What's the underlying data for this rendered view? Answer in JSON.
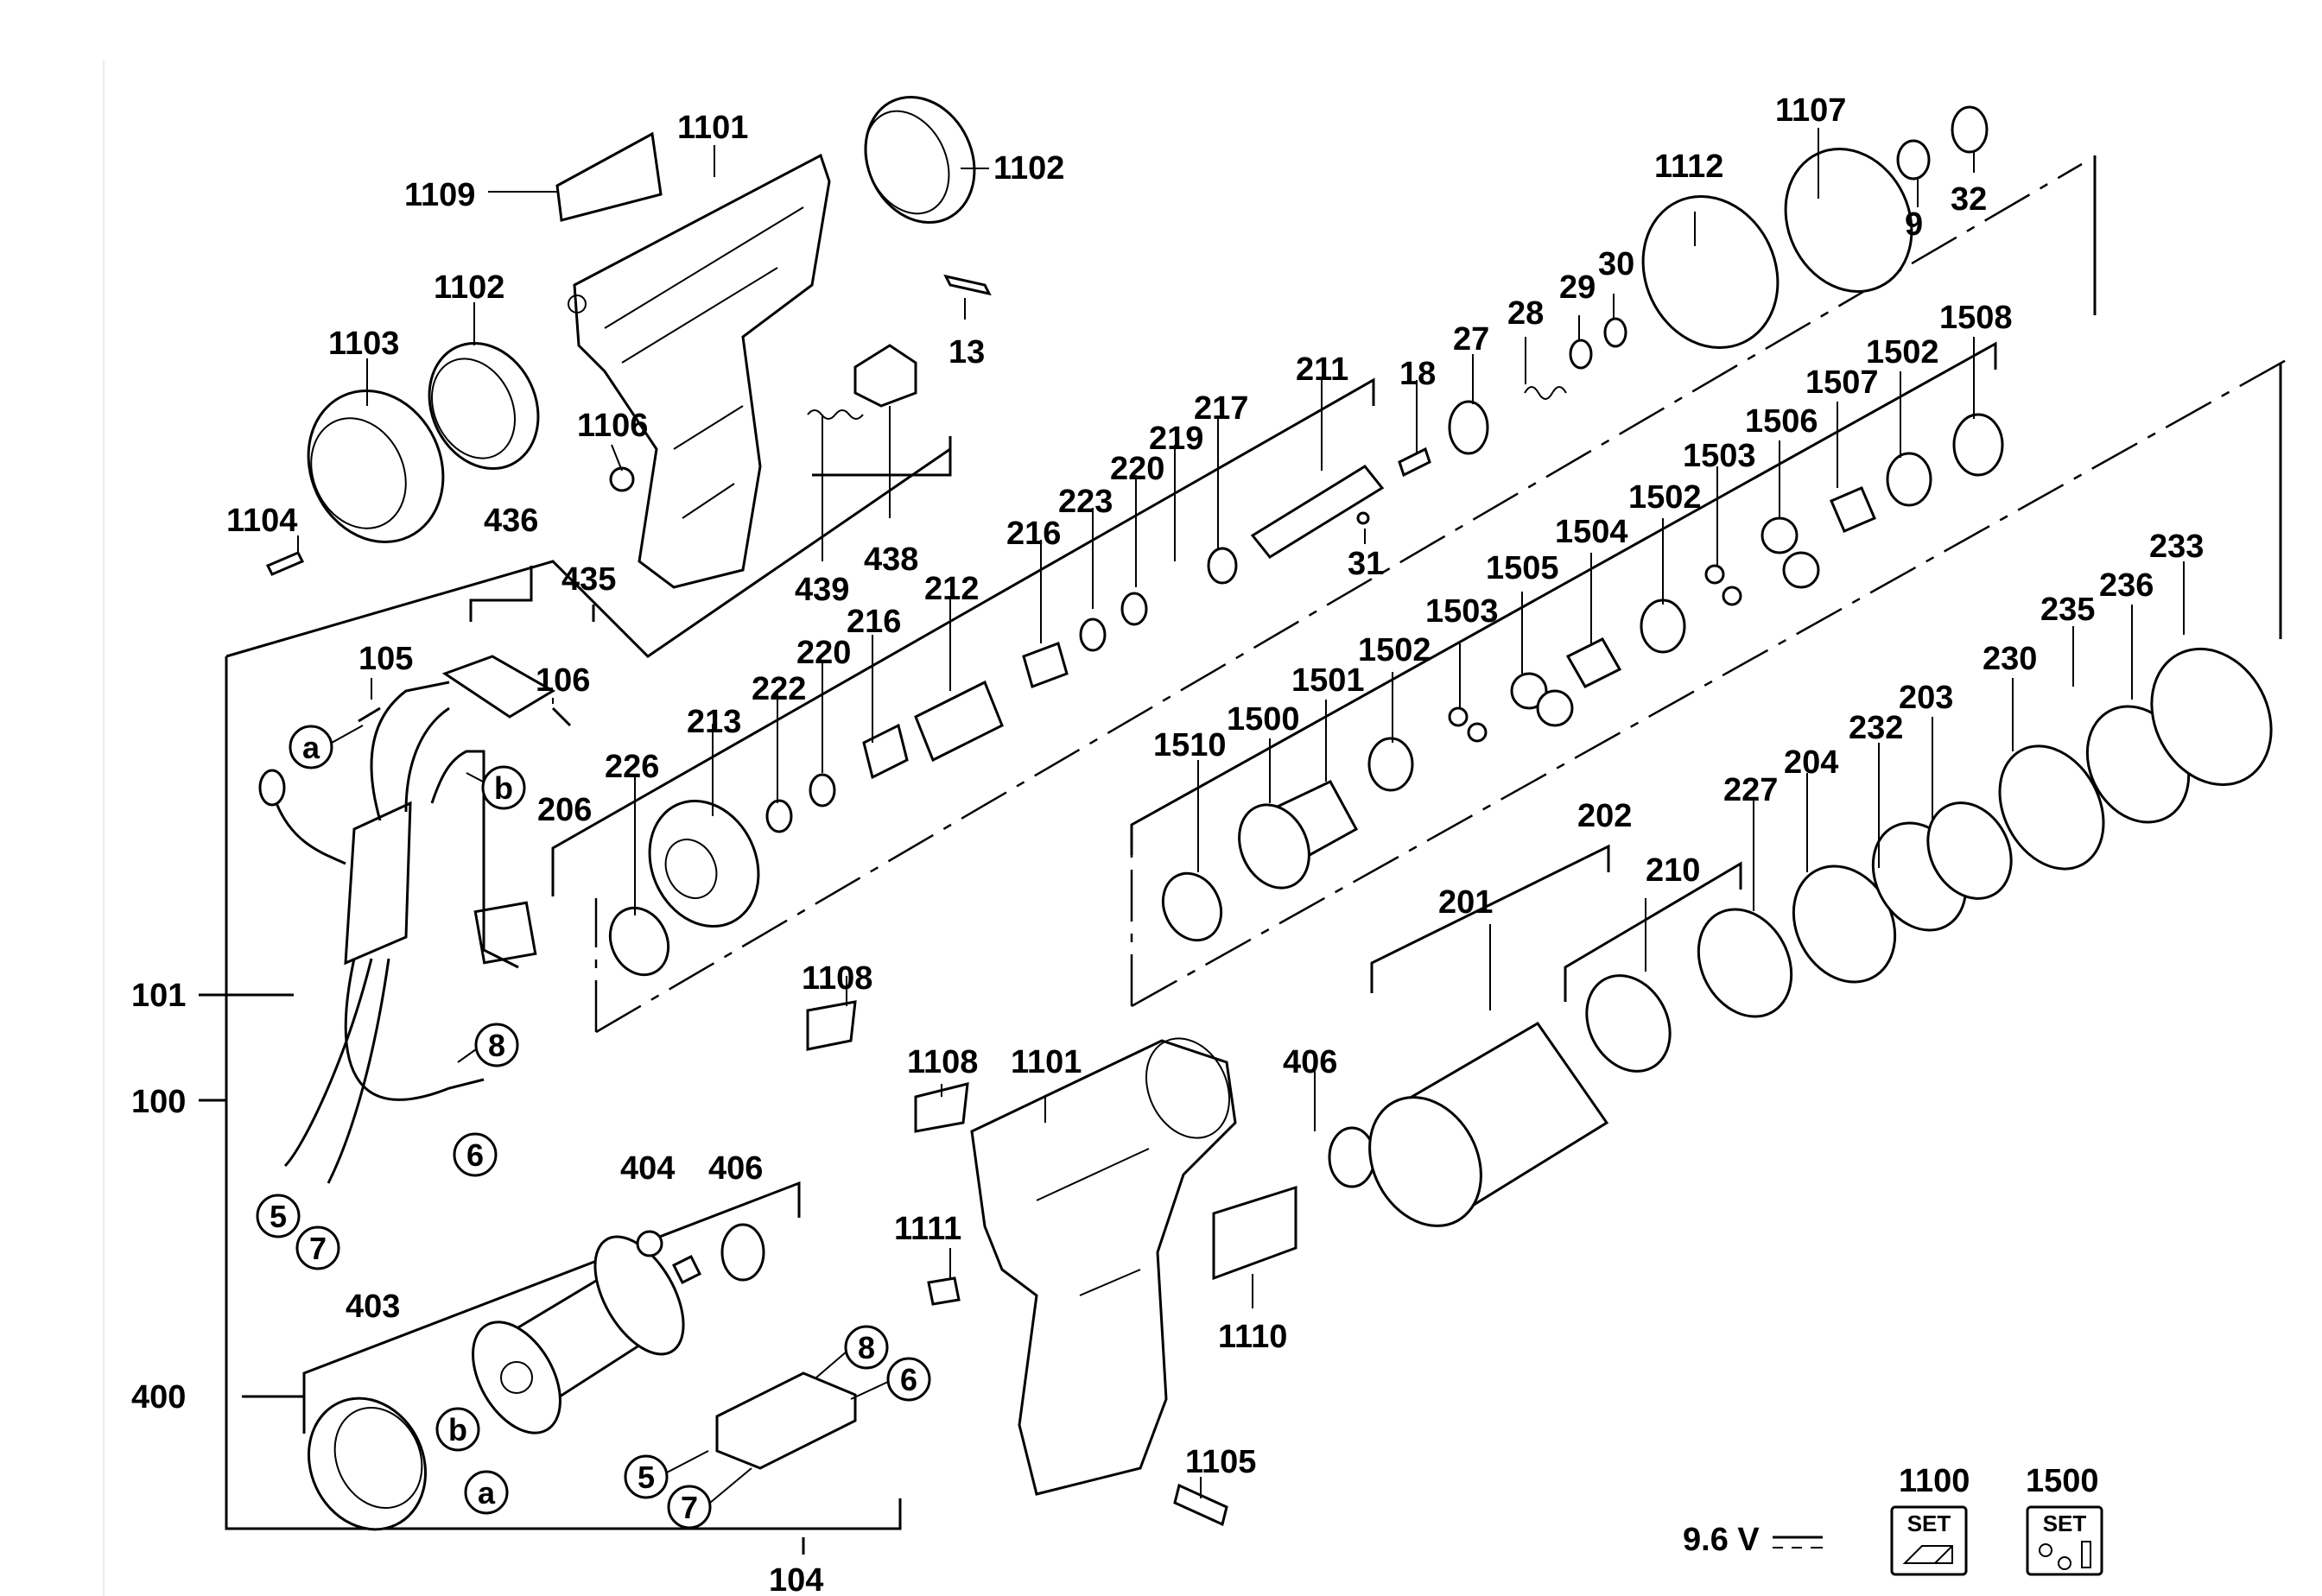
{
  "labels": {
    "l1101a": "1101",
    "l1102a": "1102",
    "l1109": "1109",
    "l1102b": "1102",
    "l1103": "1103",
    "l1106": "1106",
    "l1104": "1104",
    "l13": "13",
    "l439": "439",
    "l438": "438",
    "l435": "435",
    "l436": "436",
    "l105": "105",
    "l106": "106",
    "l206": "206",
    "l101": "101",
    "l100": "100",
    "l404": "404",
    "l406a": "406",
    "l403": "403",
    "l400": "400",
    "l104": "104",
    "l226": "226",
    "l213": "213",
    "l222": "222",
    "l220a": "220",
    "l216a": "216",
    "l212": "212",
    "l216b": "216",
    "l223": "223",
    "l220b": "220",
    "l219": "219",
    "l217": "217",
    "l211": "211",
    "l18": "18",
    "l31": "31",
    "l27": "27",
    "l28": "28",
    "l29": "29",
    "l30": "30",
    "l1112": "1112",
    "l1107": "1107",
    "l9": "9",
    "l32": "32",
    "l1108a": "1108",
    "l1108b": "1108",
    "l1101b": "1101",
    "l1111": "1111",
    "l1110": "1110",
    "l1105": "1105",
    "l1510": "1510",
    "l1500": "1500",
    "l1501": "1501",
    "l1502a": "1502",
    "l1503a": "1503",
    "l1505": "1505",
    "l1504": "1504",
    "l1502b": "1502",
    "l1503b": "1503",
    "l1506": "1506",
    "l1507": "1507",
    "l1502c": "1502",
    "l1508": "1508",
    "l406b": "406",
    "l201": "201",
    "l202": "202",
    "l210": "210",
    "l227": "227",
    "l204": "204",
    "l232": "232",
    "l203": "203",
    "l230": "230",
    "l235": "235",
    "l236": "236",
    "l233": "233"
  },
  "callouts": {
    "a1": "a",
    "b1": "b",
    "n8a": "8",
    "n6a": "6",
    "n5a": "5",
    "n7a": "7",
    "b2": "b",
    "a2": "a",
    "n8b": "8",
    "n6b": "6",
    "n5b": "5",
    "n7b": "7"
  },
  "footer": {
    "voltage": "9.6 V",
    "set1_number": "1100",
    "set1_badge": "SET",
    "set2_number": "1500",
    "set2_badge": "SET"
  }
}
